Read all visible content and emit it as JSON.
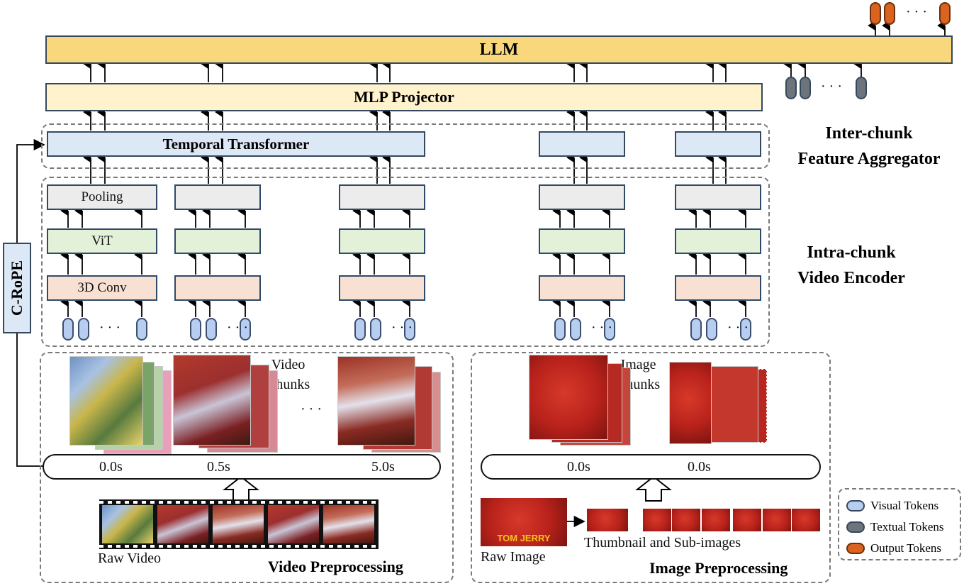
{
  "llm": {
    "label": "LLM"
  },
  "mlp": {
    "label": "MLP Projector"
  },
  "aggregator": {
    "module_label": "Temporal Transformer",
    "section_title": "Inter-chunk\nFeature Aggregator"
  },
  "encoder": {
    "pooling": "Pooling",
    "vit": "ViT",
    "conv": "3D Conv",
    "section_title": "Intra-chunk\nVideo Encoder",
    "ellipsis": "· · ·"
  },
  "side": {
    "rope": "C-RoPE"
  },
  "output_ellipsis": "· · ·",
  "text_ellipsis": "· · ·",
  "video": {
    "chunks_label": "Video\nChunks",
    "ellipsis": "· · ·",
    "timestamps": [
      "0.0s",
      "0.5s",
      "5.0s"
    ],
    "raw_label": "Raw Video",
    "section_title": "Video Preprocessing"
  },
  "image": {
    "chunks_label": "Image\nChunks",
    "timestamps": [
      "0.0s",
      "0.0s"
    ],
    "raw_label": "Raw Image",
    "thumb_label": "Thumbnail and Sub-images",
    "section_title": "Image Preprocessing",
    "logo_text": "TOM JERRY"
  },
  "legend": {
    "items": [
      {
        "label": "Visual Tokens",
        "color": "#b8cef0"
      },
      {
        "label": "Textual Tokens",
        "color": "#6e747c"
      },
      {
        "label": "Output Tokens",
        "color": "#d9631f"
      }
    ]
  },
  "colors": {
    "llm": "#f8d77d",
    "mlp": "#fff2cc",
    "transformer": "#dce8f5",
    "pooling": "#ececec",
    "vit": "#e3f1d9",
    "conv": "#f8e1d3"
  }
}
